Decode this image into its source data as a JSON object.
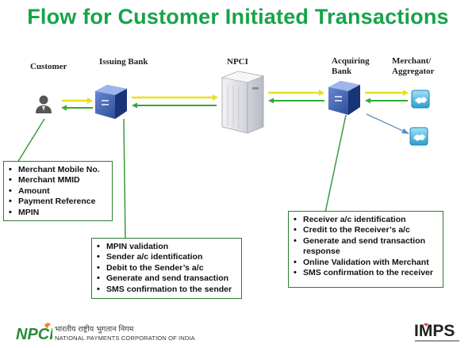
{
  "title": "Flow for Customer Initiated Transactions",
  "actors": {
    "customer": "Customer",
    "issuing_bank": "Issuing Bank",
    "npci": "NPCI",
    "acquiring_bank_line1": "Acquiring",
    "acquiring_bank_line2": "Bank",
    "merchant_line1": "Merchant/",
    "merchant_line2": "Aggregator"
  },
  "customer_box": {
    "items": [
      "Merchant Mobile No.",
      "Merchant MMID",
      "Amount",
      "Payment Reference",
      "MPIN"
    ]
  },
  "issuing_box": {
    "items": [
      "MPIN validation",
      "Sender  a/c identification",
      "Debit to the Sender’s a/c",
      "Generate and send transaction",
      "SMS confirmation to the sender"
    ]
  },
  "acquiring_box": {
    "items": [
      "Receiver a/c identification",
      "Credit to the Receiver’s a/c",
      "Generate and send transaction",
      "response",
      "Online Validation with Merchant",
      "SMS confirmation to the receiver"
    ]
  },
  "footer": {
    "npci_logo_text": "NPCI",
    "npci_hindi": "भारतीय राष्ट्रीय भुगतान निगम",
    "npci_english": "NATIONAL PAYMENTS CORPORATION OF INDIA",
    "imps_logo_text": "IMPS"
  },
  "colors": {
    "title": "#17a34a",
    "arrow_forward": "#e8e020",
    "arrow_back": "#33aa33",
    "box_border": "#2f7d2f",
    "connector_line": "#3a9a3a",
    "merchant_arrow": "#5b8fc7"
  },
  "icons": {
    "customer": "person-icon",
    "issuing_bank": "server-icon",
    "npci": "mainframe-icon",
    "acquiring_bank": "server-icon",
    "merchant": "handshake-icon"
  }
}
